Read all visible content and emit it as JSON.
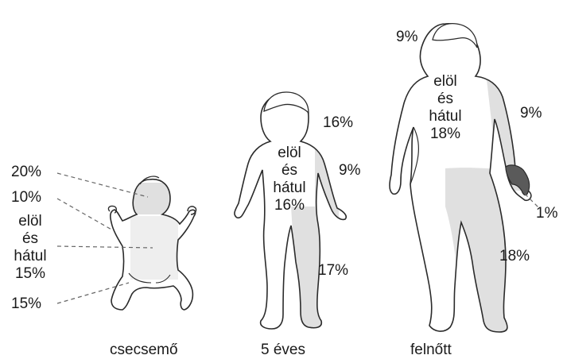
{
  "figures": {
    "infant": {
      "caption": "csecsemő",
      "labels": {
        "head": "20%",
        "arm": "10%",
        "trunk_line1": "elöl",
        "trunk_line2": "és",
        "trunk_line3": "hátul",
        "trunk_value": "15%",
        "leg": "15%"
      }
    },
    "child": {
      "caption": "5 éves",
      "labels": {
        "head": "16%",
        "arm": "9%",
        "trunk_line1": "elöl",
        "trunk_line2": "és",
        "trunk_line3": "hátul",
        "trunk_value": "16%",
        "leg": "17%"
      }
    },
    "adult": {
      "caption": "felnőtt",
      "labels": {
        "head": "9%",
        "arm": "9%",
        "trunk_line1": "elöl",
        "trunk_line2": "és",
        "trunk_line3": "hátul",
        "trunk_value": "18%",
        "hand": "1%",
        "leg": "18%"
      }
    }
  },
  "colors": {
    "outline": "#2b2b2b",
    "region_shade": "#dedede",
    "hand_shade": "#5a5a5a",
    "leader_line": "#666666"
  }
}
